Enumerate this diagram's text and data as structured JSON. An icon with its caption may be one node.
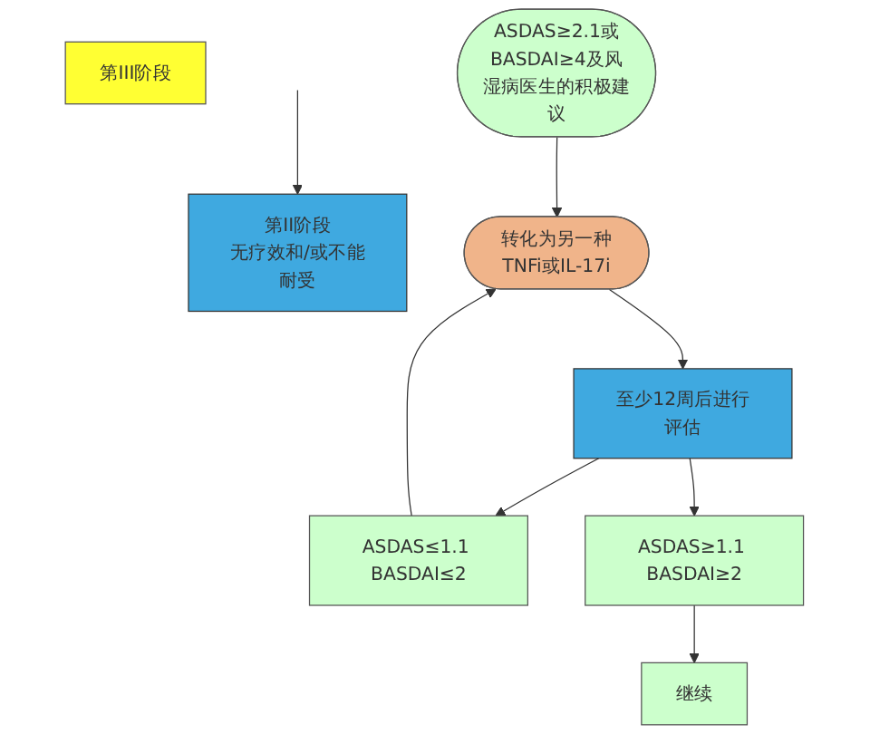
{
  "diagram": {
    "nodes": [
      {
        "text": [
          "第III阶段"
        ]
      },
      {
        "text": [
          "第II阶段",
          "无疗效和/或不能耐受"
        ]
      },
      {
        "text": [
          "ASDAS≥2.1或BASDAI≥4及风湿病医生的积极建议"
        ]
      },
      {
        "text": [
          "转化为另一种TNFi或IL-17i"
        ]
      },
      {
        "text": [
          "ASDAS≤1.1 BASDAI≤2"
        ]
      },
      {
        "text": [
          "至少12周后进行评估"
        ]
      },
      {
        "text": [
          "ASDAS≥1.1 BASDAI≥2"
        ]
      },
      {
        "text": [
          "继续"
        ]
      }
    ],
    "edges": [
      {
        "from": null,
        "to": 1,
        "arrow": "to"
      },
      {
        "from": 2,
        "to": 3,
        "arrow": "to"
      },
      {
        "from": 3,
        "to": 5,
        "arrow": "to"
      },
      {
        "from": 5,
        "to": 4,
        "arrow": "to"
      },
      {
        "from": 4,
        "to": 3,
        "arrow": "to"
      },
      {
        "from": 5,
        "to": 6,
        "arrow": "to"
      },
      {
        "from": 6,
        "to": 7,
        "arrow": "to"
      }
    ]
  }
}
